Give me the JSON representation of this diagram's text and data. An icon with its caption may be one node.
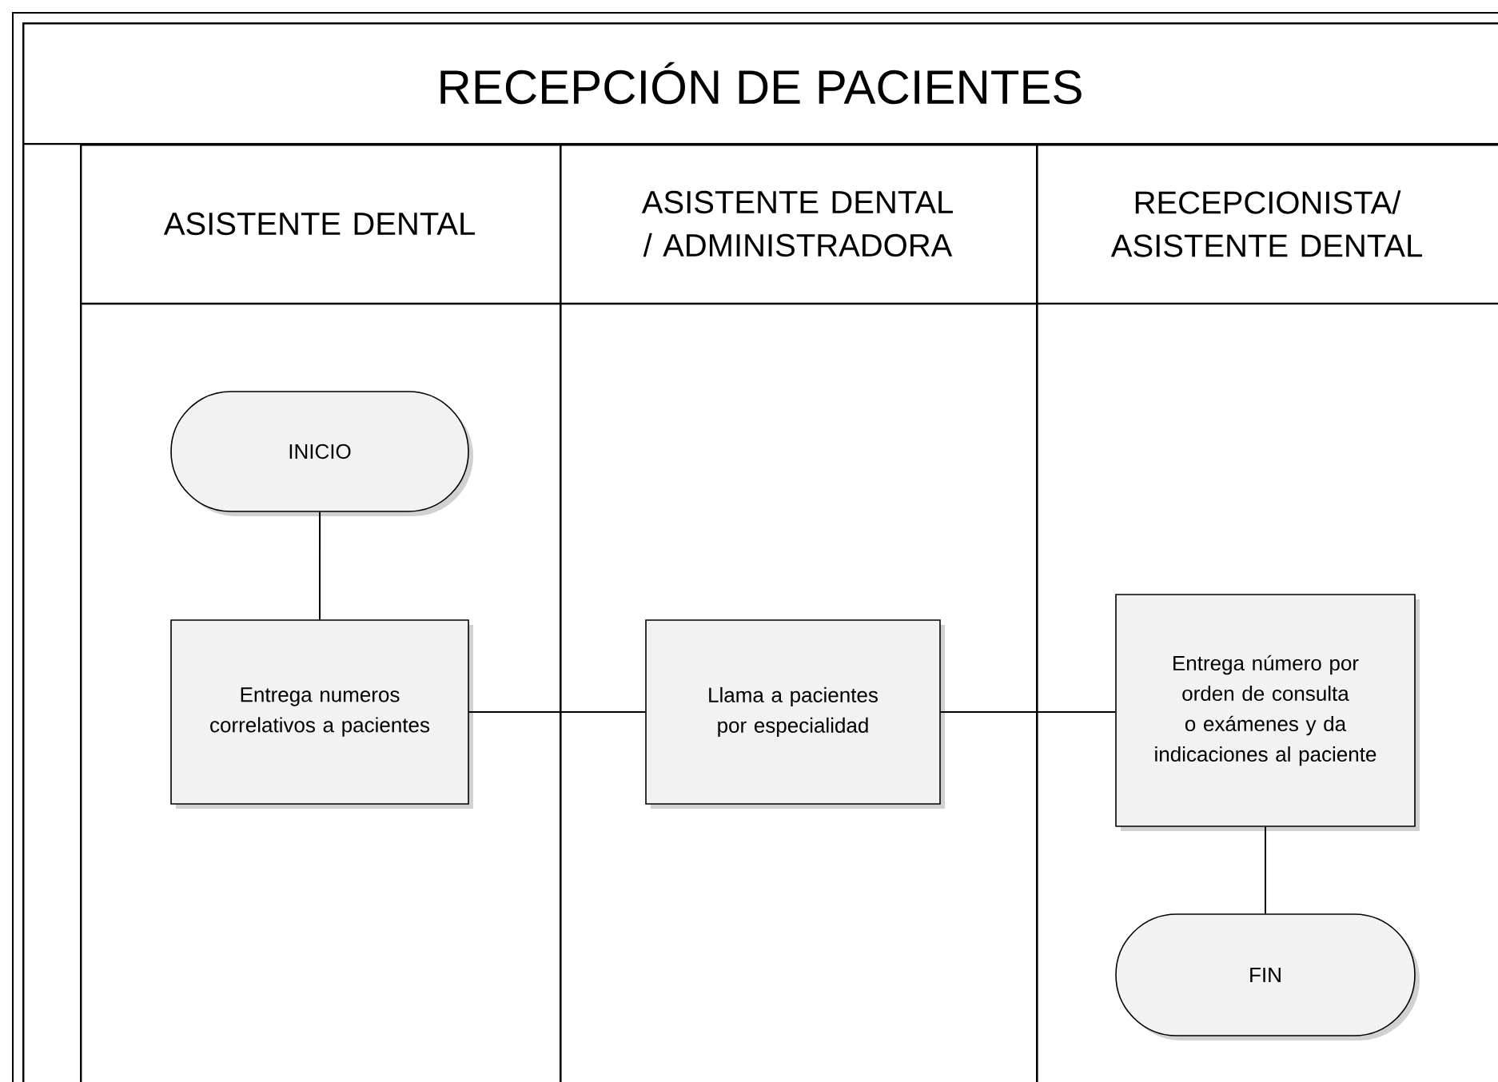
{
  "diagram": {
    "nodes": [
      {
        "text": [
          "RECEPCIÓN DE PACIENTES"
        ]
      },
      {
        "text": [
          "ASISTENTE DENTAL"
        ],
        "in": 0
      },
      {
        "text": [
          "ASISTENTE DENTAL / ADMINISTRADORA"
        ],
        "in": 0
      },
      {
        "text": [
          "RECEPCIONISTA/ ASISTENTE DENTAL"
        ],
        "in": 0
      },
      {
        "text": [
          "INICIO"
        ],
        "in": 1
      },
      {
        "text": [
          "Entrega numeros correlativos a pacientes"
        ],
        "in": 1
      },
      {
        "text": [
          "Llama a pacientes por especialidad"
        ],
        "in": 2
      },
      {
        "text": [
          "Entrega número por orden de consulta o exámenes y da indicaciones al paciente"
        ],
        "in": 3
      },
      {
        "text": [
          "FIN"
        ],
        "in": 3
      }
    ],
    "edges": [
      {
        "from": 4,
        "to": 5,
        "arrow": "none"
      },
      {
        "from": 5,
        "to": 6,
        "arrow": "none"
      },
      {
        "from": 6,
        "to": 7,
        "arrow": "none"
      },
      {
        "from": 7,
        "to": 8,
        "arrow": "none"
      }
    ]
  }
}
